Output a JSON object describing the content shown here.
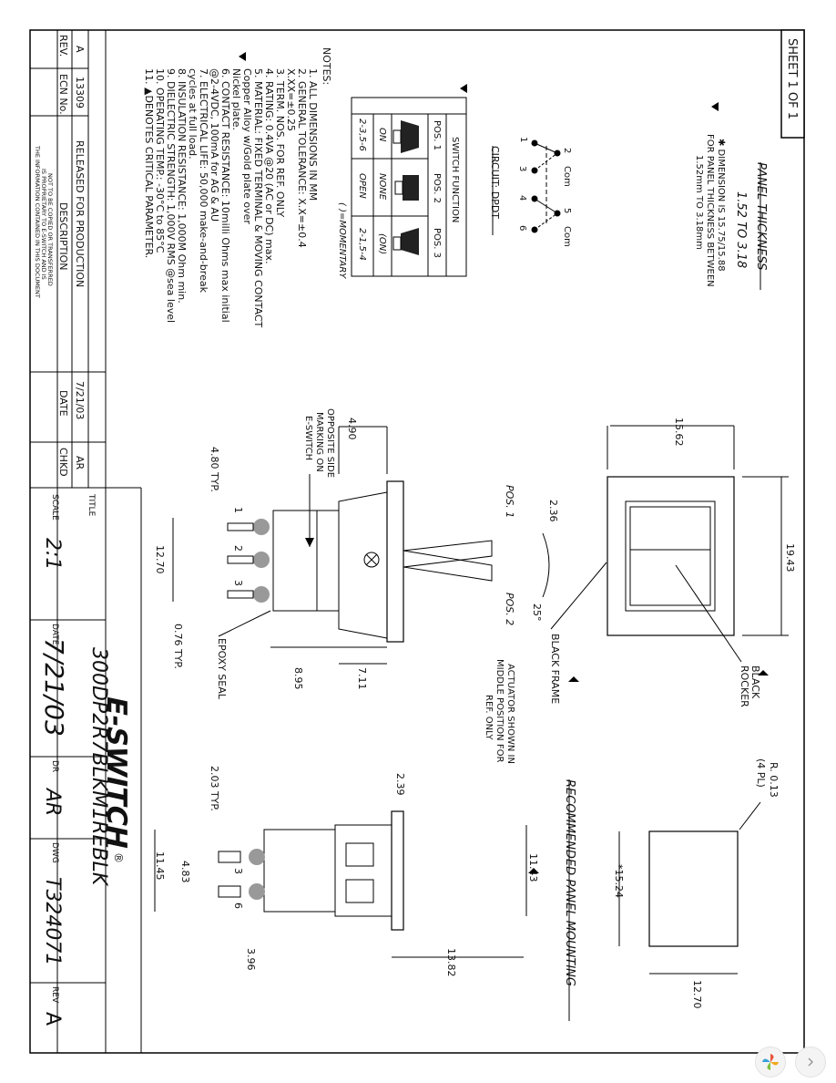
{
  "sheet_label": "SHEET 1 OF 1",
  "panel_thickness": {
    "title": "PANEL THICKNESS",
    "range": "1.52 TO 3.18",
    "note_lines": [
      "✱ DIMENSION IS 15.75/15.88",
      "FOR PANEL THICKNESS BETWEEN",
      "1.52mm TO 3.18mm"
    ]
  },
  "circuit": {
    "title": "CIRCUIT: DPDT",
    "terminals": [
      "1",
      "2",
      "3",
      "4",
      "5",
      "6"
    ],
    "com_label": "Com"
  },
  "switch_function": {
    "title": "SWITCH FUNCTION",
    "headers": [
      "POS. 1",
      "POS. 2",
      "POS. 3"
    ],
    "row_on": [
      "ON",
      "NONE",
      "(ON)"
    ],
    "row_conn": [
      "2-3,5-6",
      "OPEN",
      "2-1,5-4"
    ],
    "momentary_note": "( )=MOMENTARY"
  },
  "notes": {
    "title": "NOTES:",
    "lines": [
      "1.  ALL DIMENSIONS IN MM",
      "2.  GENERAL TOLERANCE: X.X=±0.4",
      "                              X.XX=±0.25",
      "3.  TERM. NOS. FOR REF. ONLY",
      "4.  RATING: 0.4VA @20 (AC or DC) max.",
      "5.  MATERIAL: FIXED TERMINAL & MOVING CONTACT",
      "           Copper Alloy w/Gold plate over",
      "           Nickel plate.",
      "6.  CONTACT RESISTANCE: 10milli Ohms max initial",
      "           @2-4VDC, 100mA for AG & AU",
      "7.  ELECTRICAL LIFE: 50,000 make-and-break",
      "           cycles at full load.",
      "8.  INSULATION RESISTANCE: 1,000M Ohm min.",
      "9.  DIELECTRIC STRENGTH: 1,000V RMS @sea level",
      "10. OPERATING TEMP.: -30°C to 85°C",
      "11. ▲DENOTES CRITICAL PARAMETER."
    ]
  },
  "revision_table": {
    "rows": [
      {
        "rev": "A",
        "ecn": "13309",
        "description": "RELEASED FOR PRODUCTION",
        "date": "7/21/03",
        "chkd": "AR"
      }
    ],
    "headers": {
      "rev": "REV.",
      "ecn": "ECN No.",
      "description": "DESCRIPTION",
      "date": "DATE",
      "chkd": "CHKD"
    },
    "proprietary": [
      "THE INFORMATION CONTAINED IN THIS DOCUMENT",
      "IS PROPRIETARY TO E-SWITCH AND IS",
      "NOT TO BE COPIED OR TRANSFERRED"
    ]
  },
  "title_block": {
    "title_label": "TITLE",
    "title": "300DP2R7BLKM1REBLK",
    "scale_label": "SCALE",
    "scale": "2:1",
    "date_label": "DATE",
    "date": "7/21/03",
    "dr_label": "DR",
    "dr": "AR",
    "dwg_label": "DWG",
    "dwg": "T324071",
    "rev_label": "REV",
    "rev": "A",
    "logo": "E-SWITCH",
    "logo_mark": "®"
  },
  "views": {
    "front": {
      "width": "15.62",
      "height": "19.43",
      "label_rocker": "BLACK\nROCKER",
      "label_frame": "BLACK FRAME"
    },
    "side": {
      "pos1": "POS. 1",
      "pos2": "POS. 2",
      "angle": "2.36",
      "angle2": "25°",
      "dim_490": "4.90",
      "dim_480": "4.80 TYP.",
      "dim_1270": "12.70",
      "dim_076": "0.76 TYP.",
      "dim_711": "7.11",
      "dim_895": "8.95",
      "marking": [
        "E-SWITCH",
        "MARKING ON",
        "OPPOSITE SIDE"
      ],
      "epoxy": "EPOXY SEAL",
      "actuator_note": [
        "ACTUATOR SHOWN IN",
        "MIDDLE POSITION FOR",
        "REF. ONLY"
      ],
      "terminals": [
        "1",
        "2",
        "3"
      ]
    },
    "end": {
      "dim_239": "2.39",
      "dim_203": "2.03 TYP.",
      "dim_1143": "11.43",
      "dim_1145": "11.45",
      "dim_483": "4.83",
      "dim_396": "3.96",
      "dim_1382": "13.82",
      "terminals": [
        "3",
        "6"
      ]
    },
    "panel": {
      "title": "RECOMMENDED PANEL MOUNTING",
      "radius": "R. 0.13",
      "radius_qty": "(4 PL)",
      "dim_h": "*15.24",
      "dim_w": "12.70"
    }
  }
}
